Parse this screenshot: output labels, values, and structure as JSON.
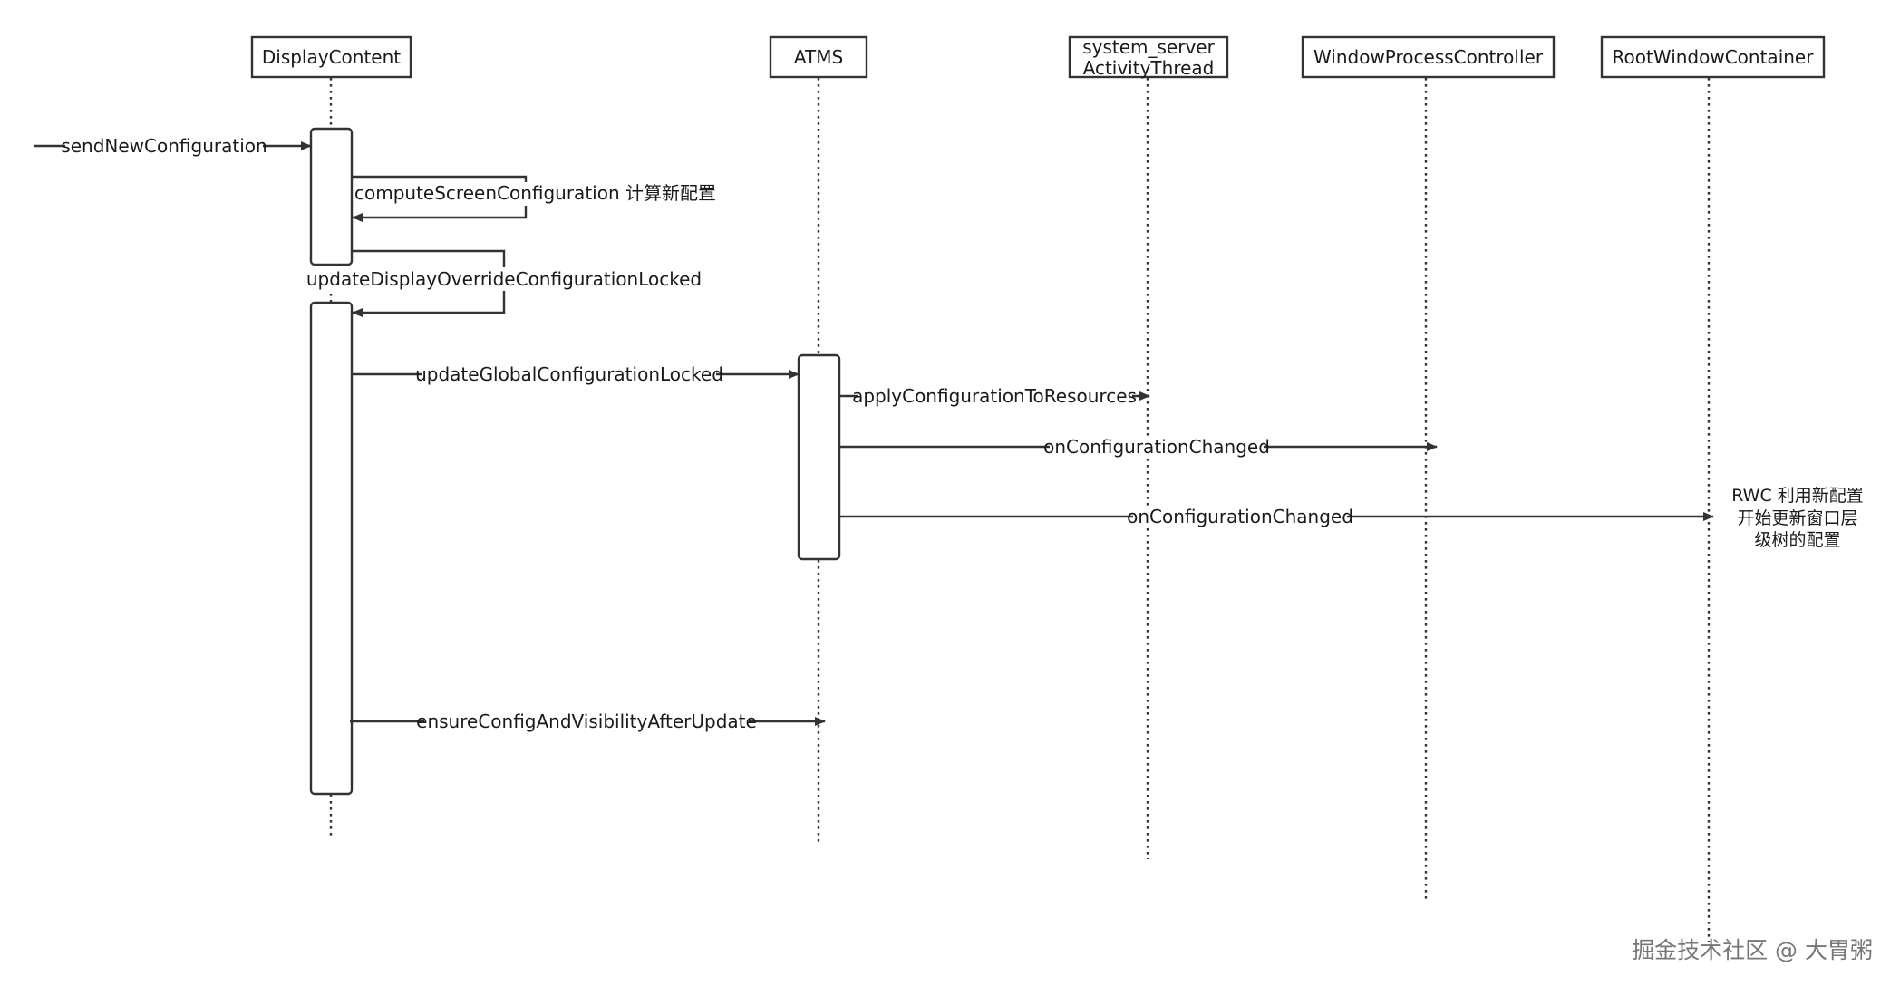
{
  "participants": [
    {
      "name": "DisplayContent"
    },
    {
      "name": "ATMS"
    },
    {
      "name": "system_server",
      "name2": "ActivityThread"
    },
    {
      "name": "WindowProcessController"
    },
    {
      "name": "RootWindowContainer"
    }
  ],
  "messages": {
    "send_new_configuration": "sendNewConfiguration",
    "compute_screen_configuration": "computeScreenConfiguration 计算新配置",
    "update_display_override": "updateDisplayOverrideConfigurationLocked",
    "update_global_configuration": "updateGlobalConfigurationLocked",
    "apply_configuration_to_resources": "applyConfigurationToResources",
    "on_configuration_changed_wpc": "onConfigurationChanged",
    "on_configuration_changed_rwc": "onConfigurationChanged",
    "ensure_config_and_visibility": "ensureConfigAndVisibilityAfterUpdate"
  },
  "note": {
    "line1": "RWC 利用新配置",
    "line2": "开始更新窗口层",
    "line3": "级树的配置"
  },
  "watermark": "掘金技术社区 @ 大胃粥",
  "colors": {
    "line": "#333333",
    "text": "#1a1a1a",
    "watermark": "#777777"
  }
}
